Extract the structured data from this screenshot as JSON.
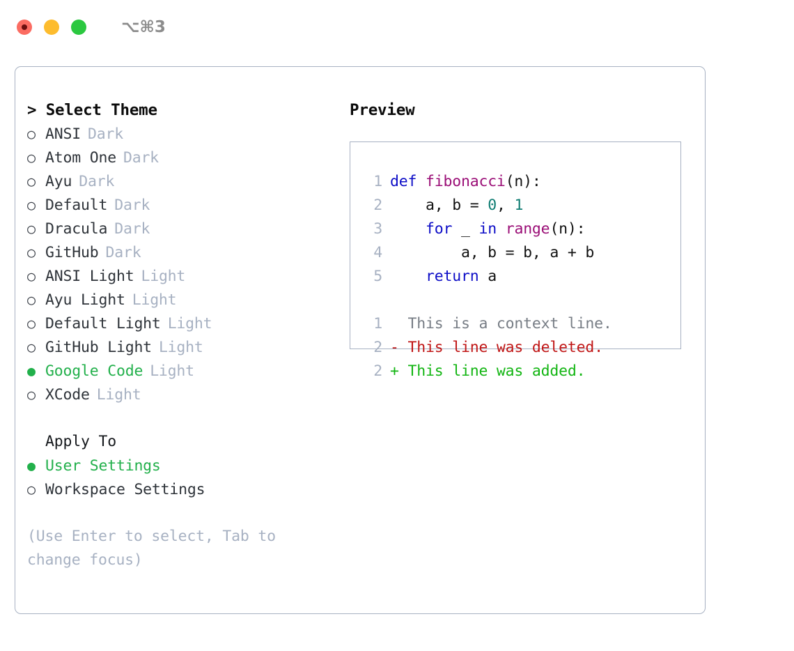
{
  "titlebar": {
    "shortcut": "⌥⌘3",
    "buttons": [
      {
        "name": "close",
        "color": "#FB6C62"
      },
      {
        "name": "minimize",
        "color": "#FDBC2E"
      },
      {
        "name": "maximize",
        "color": "#2BC840"
      }
    ]
  },
  "left": {
    "header_prefix": "> ",
    "header": "Select Theme",
    "themes": [
      {
        "marker": "○",
        "name": "ANSI",
        "tag": "Dark",
        "selected": false
      },
      {
        "marker": "○",
        "name": "Atom One",
        "tag": "Dark",
        "selected": false
      },
      {
        "marker": "○",
        "name": "Ayu",
        "tag": "Dark",
        "selected": false
      },
      {
        "marker": "○",
        "name": "Default",
        "tag": "Dark",
        "selected": false
      },
      {
        "marker": "○",
        "name": "Dracula",
        "tag": "Dark",
        "selected": false
      },
      {
        "marker": "○",
        "name": "GitHub",
        "tag": "Dark",
        "selected": false
      },
      {
        "marker": "○",
        "name": "ANSI Light",
        "tag": "Light",
        "selected": false
      },
      {
        "marker": "○",
        "name": "Ayu Light",
        "tag": "Light",
        "selected": false
      },
      {
        "marker": "○",
        "name": "Default Light",
        "tag": "Light",
        "selected": false
      },
      {
        "marker": "○",
        "name": "GitHub Light",
        "tag": "Light",
        "selected": false
      },
      {
        "marker": "●",
        "name": "Google Code",
        "tag": "Light",
        "selected": true
      },
      {
        "marker": "○",
        "name": "XCode",
        "tag": "Light",
        "selected": false
      }
    ],
    "apply_to_header": "Apply To",
    "apply_to": [
      {
        "marker": "●",
        "name": "User Settings",
        "selected": true
      },
      {
        "marker": "○",
        "name": "Workspace Settings",
        "selected": false
      }
    ],
    "hint": "(Use Enter to select, Tab to change focus)"
  },
  "right": {
    "header": "Preview",
    "code_lines": [
      {
        "no": "1",
        "tokens": [
          {
            "t": "def ",
            "c": "kw"
          },
          {
            "t": "fibonacci",
            "c": "fn"
          },
          {
            "t": "(n):",
            "c": "pl"
          }
        ]
      },
      {
        "no": "2",
        "tokens": [
          {
            "t": "    a, b = ",
            "c": "pl"
          },
          {
            "t": "0",
            "c": "num"
          },
          {
            "t": ", ",
            "c": "pl"
          },
          {
            "t": "1",
            "c": "num"
          }
        ]
      },
      {
        "no": "3",
        "tokens": [
          {
            "t": "    ",
            "c": "pl"
          },
          {
            "t": "for",
            "c": "kw"
          },
          {
            "t": " _ ",
            "c": "pl"
          },
          {
            "t": "in",
            "c": "kw"
          },
          {
            "t": " ",
            "c": "pl"
          },
          {
            "t": "range",
            "c": "fn"
          },
          {
            "t": "(n):",
            "c": "pl"
          }
        ]
      },
      {
        "no": "4",
        "tokens": [
          {
            "t": "        a, b = b, a + b",
            "c": "pl"
          }
        ]
      },
      {
        "no": "5",
        "tokens": [
          {
            "t": "    ",
            "c": "pl"
          },
          {
            "t": "return",
            "c": "kw"
          },
          {
            "t": " a",
            "c": "pl"
          }
        ]
      }
    ],
    "diff_lines": [
      {
        "no": "1",
        "text": "  This is a context line.",
        "kind": "ctx"
      },
      {
        "no": "2",
        "text": "- This line was deleted.",
        "kind": "del"
      },
      {
        "no": "2",
        "text": "+ This line was added.",
        "kind": "add"
      }
    ]
  },
  "colors": {
    "accent_green": "#22B04B",
    "muted": "#A7B1C2",
    "keyword": "#0D0DC7",
    "function": "#9B0F77",
    "number": "#0E7C72",
    "diff_deleted": "#C01515",
    "diff_added": "#12B512",
    "diff_context": "#777D85"
  }
}
